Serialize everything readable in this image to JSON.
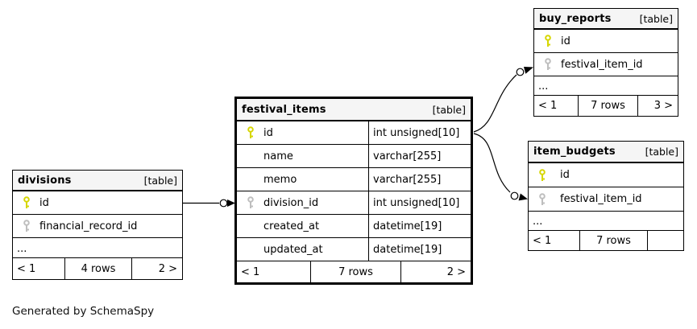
{
  "colors": {
    "primary_key": "#d6d600",
    "foreign_key": "#bebebe",
    "header_bg": "#f5f5f5",
    "border": "#000000",
    "background": "#ffffff"
  },
  "footer_note": "Generated by SchemaSpy",
  "tables": [
    {
      "name": "divisions",
      "badge": "[table]",
      "columns": [
        {
          "name": "id",
          "key": "primary"
        },
        {
          "name": "financial_record_id",
          "key": "foreign"
        }
      ],
      "ellipsis": "...",
      "pager": {
        "prev": "< 1",
        "rows": "4 rows",
        "next": "2 >"
      }
    },
    {
      "name": "festival_items",
      "badge": "[table]",
      "columns": [
        {
          "name": "id",
          "key": "primary",
          "type": "int unsigned[10]"
        },
        {
          "name": "name",
          "key": "",
          "type": "varchar[255]"
        },
        {
          "name": "memo",
          "key": "",
          "type": "varchar[255]"
        },
        {
          "name": "division_id",
          "key": "foreign",
          "type": "int unsigned[10]"
        },
        {
          "name": "created_at",
          "key": "",
          "type": "datetime[19]"
        },
        {
          "name": "updated_at",
          "key": "",
          "type": "datetime[19]"
        }
      ],
      "pager": {
        "prev": "< 1",
        "rows": "7 rows",
        "next": "2 >"
      }
    },
    {
      "name": "buy_reports",
      "badge": "[table]",
      "columns": [
        {
          "name": "id",
          "key": "primary"
        },
        {
          "name": "festival_item_id",
          "key": "foreign"
        }
      ],
      "ellipsis": "...",
      "pager": {
        "prev": "< 1",
        "rows": "7 rows",
        "next": "3 >"
      }
    },
    {
      "name": "item_budgets",
      "badge": "[table]",
      "columns": [
        {
          "name": "id",
          "key": "primary"
        },
        {
          "name": "festival_item_id",
          "key": "foreign"
        }
      ],
      "ellipsis": "...",
      "pager": {
        "prev": "< 1",
        "rows": "7 rows",
        "next": ""
      }
    }
  ],
  "relationships": [
    {
      "from": "divisions.id",
      "to": "festival_items.division_id"
    },
    {
      "from": "festival_items.id",
      "to": "buy_reports.festival_item_id"
    },
    {
      "from": "festival_items.id",
      "to": "item_budgets.festival_item_id"
    }
  ]
}
